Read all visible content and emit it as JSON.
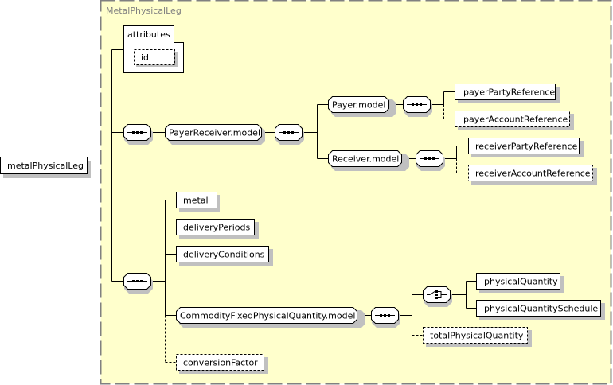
{
  "diagram": {
    "group": {
      "label": "MetalPhysicalLeg"
    },
    "root": {
      "label": "metalPhysicalLeg"
    },
    "attributes": {
      "label": "attributes",
      "items": [
        {
          "label": "id",
          "optional": true
        }
      ]
    },
    "compositors": {
      "seq_top": "sequence",
      "seq_payer_receiver": "sequence",
      "seq_payer": "sequence",
      "seq_receiver": "sequence",
      "seq_bottom": "sequence",
      "seq_quantity": "sequence",
      "choice_quantity": "choice"
    },
    "payer_receiver_model": {
      "label": "PayerReceiver.model"
    },
    "payer_model": {
      "label": "Payer.model",
      "children": [
        {
          "label": "payerPartyReference",
          "optional": false
        },
        {
          "label": "payerAccountReference",
          "optional": true
        }
      ]
    },
    "receiver_model": {
      "label": "Receiver.model",
      "children": [
        {
          "label": "receiverPartyReference",
          "optional": false
        },
        {
          "label": "receiverAccountReference",
          "optional": true
        }
      ]
    },
    "bottom_elements": [
      {
        "label": "metal",
        "optional": false
      },
      {
        "label": "deliveryPeriods",
        "optional": false
      },
      {
        "label": "deliveryConditions",
        "optional": false
      }
    ],
    "quantity_model": {
      "label": "CommodityFixedPhysicalQuantity.model",
      "choice_children": [
        {
          "label": "physicalQuantity",
          "optional": false
        },
        {
          "label": "physicalQuantitySchedule",
          "optional": false
        }
      ],
      "optional_child": {
        "label": "totalPhysicalQuantity",
        "optional": true
      }
    },
    "conversion_factor": {
      "label": "conversionFactor",
      "optional": true
    }
  },
  "colors": {
    "group_fill": "#ffffcc",
    "group_border": "#808080",
    "group_label": "#808080",
    "shadow": "#c0c0c0"
  }
}
